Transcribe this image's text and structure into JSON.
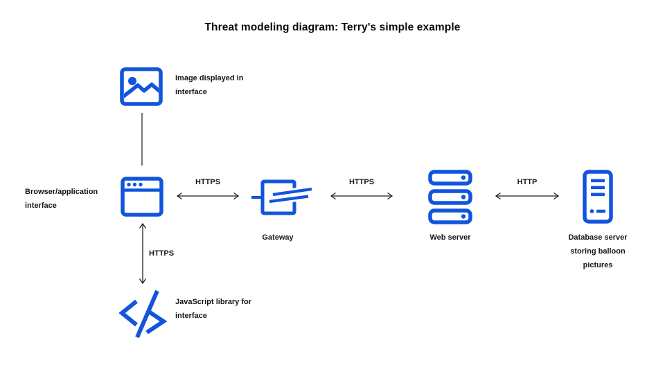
{
  "title": "Threat modeling diagram: Terry's simple example",
  "colors": {
    "icon_blue": "#1155dc",
    "text": "#161616",
    "arrow": "#1f1f1f",
    "background": "#ffffff"
  },
  "nodes": [
    {
      "id": "image",
      "icon": "image-icon",
      "label_lines": [
        "Image displayed in",
        "interface"
      ]
    },
    {
      "id": "browser",
      "icon": "browser-window-icon",
      "label_lines": [
        "Browser/application",
        "interface"
      ]
    },
    {
      "id": "gateway",
      "icon": "gateway-icon",
      "label_lines": [
        "Gateway"
      ]
    },
    {
      "id": "web_server",
      "icon": "server-stack-icon",
      "label_lines": [
        "Web server"
      ]
    },
    {
      "id": "database",
      "icon": "tower-server-icon",
      "label_lines": [
        "Database server",
        "storing balloon",
        "pictures"
      ]
    },
    {
      "id": "js_library",
      "icon": "code-icon",
      "label_lines": [
        "JavaScript library for",
        "interface"
      ]
    }
  ],
  "edges": [
    {
      "from": "image",
      "to": "browser",
      "label": "",
      "style": "plain-line"
    },
    {
      "from": "browser",
      "to": "gateway",
      "label": "HTTPS",
      "style": "double-arrow"
    },
    {
      "from": "gateway",
      "to": "web_server",
      "label": "HTTPS",
      "style": "double-arrow"
    },
    {
      "from": "web_server",
      "to": "database",
      "label": "HTTP",
      "style": "double-arrow"
    },
    {
      "from": "browser",
      "to": "js_library",
      "label": "HTTPS",
      "style": "double-arrow"
    }
  ]
}
